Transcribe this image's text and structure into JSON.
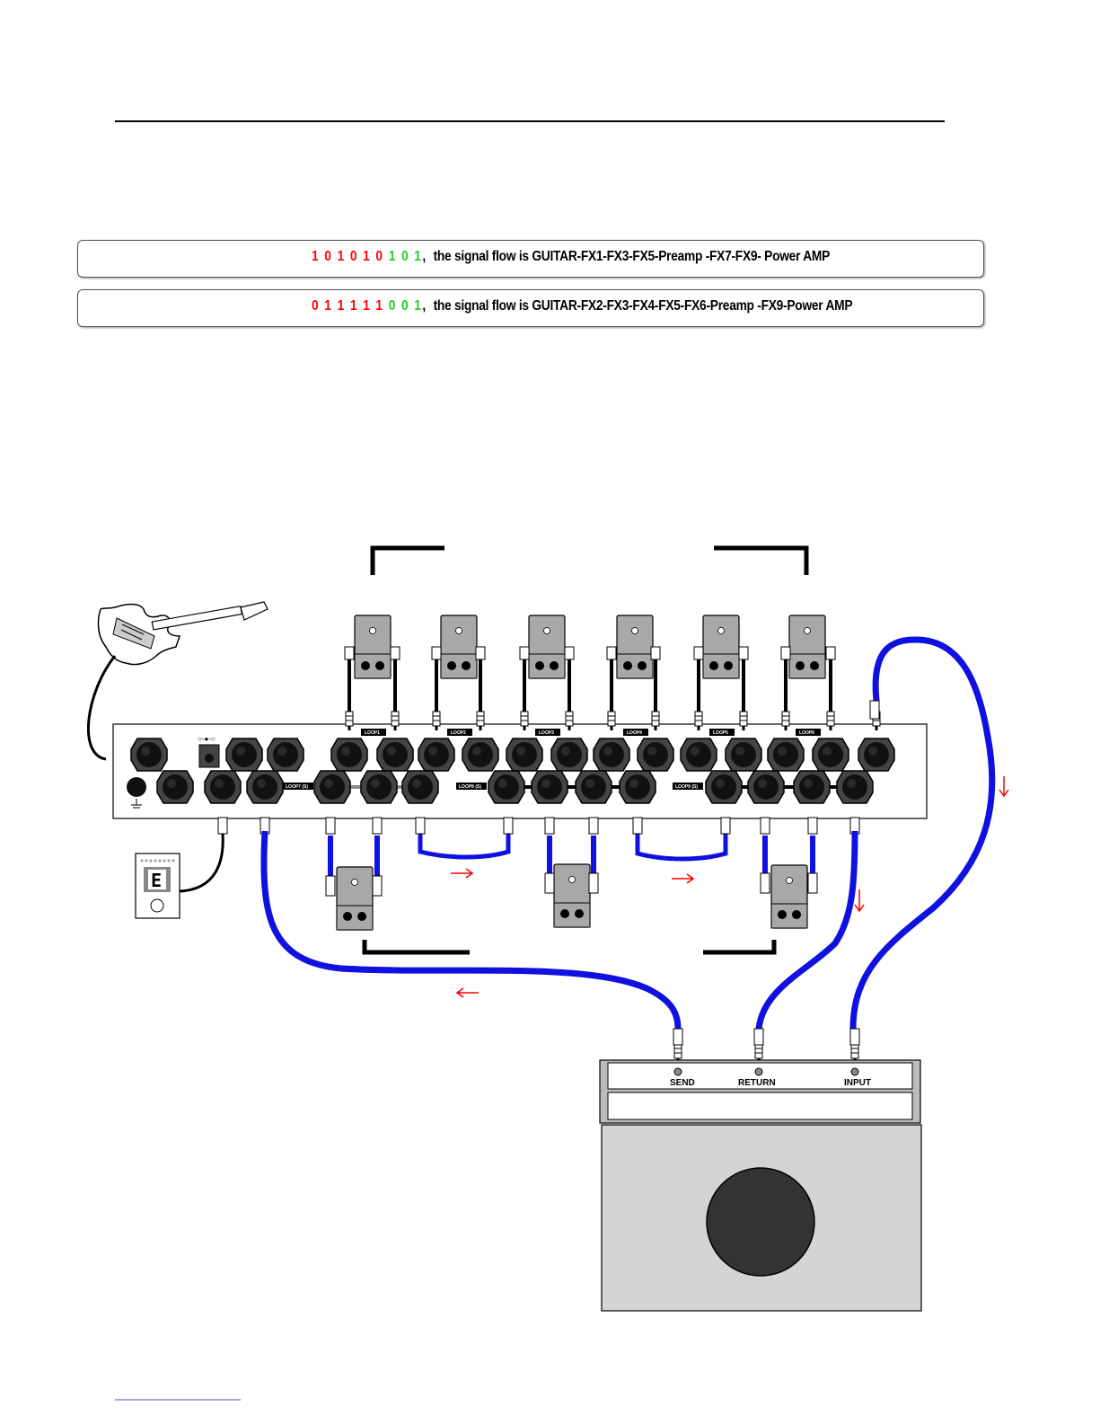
{
  "flows": [
    {
      "bits": [
        {
          "v": "1",
          "c": "red"
        },
        {
          "v": "0",
          "c": "red"
        },
        {
          "v": "1",
          "c": "red"
        },
        {
          "v": "0",
          "c": "red"
        },
        {
          "v": "1",
          "c": "red"
        },
        {
          "v": "0",
          "c": "red"
        },
        {
          "v": "1",
          "c": "green"
        },
        {
          "v": "0",
          "c": "green"
        },
        {
          "v": "1",
          "c": "green"
        }
      ],
      "description": "the signal flow is GUITAR-FX1-FX3-FX5-Preamp -FX7-FX9- Power AMP"
    },
    {
      "bits": [
        {
          "v": "0",
          "c": "red"
        },
        {
          "v": "1",
          "c": "red"
        },
        {
          "v": "1",
          "c": "red"
        },
        {
          "v": "1",
          "c": "red"
        },
        {
          "v": "1",
          "c": "red"
        },
        {
          "v": "1",
          "c": "red"
        },
        {
          "v": "0",
          "c": "green"
        },
        {
          "v": "0",
          "c": "green"
        },
        {
          "v": "1",
          "c": "green"
        }
      ],
      "description": "the signal flow is GUITAR-FX2-FX3-FX4-FX5-FX6-Preamp -FX9-Power AMP"
    }
  ],
  "switcher": {
    "loop_labels_top": [
      "LOOP1",
      "LOOP2",
      "LOOP3",
      "LOOP4",
      "LOOP5",
      "LOOP6"
    ],
    "loop_labels_bottom": [
      "LOOP7 (S)",
      "LOOP8 (S)",
      "LOOP9 (S)"
    ]
  },
  "tuner": {
    "display": "E"
  },
  "amp": {
    "jacks": [
      "SEND",
      "RETURN",
      "INPUT"
    ]
  },
  "colors": {
    "cable_blue": "#1010e0",
    "arrow_red": "#ff0000",
    "bit_red": "#ff0000",
    "bit_green": "#22cc22"
  }
}
